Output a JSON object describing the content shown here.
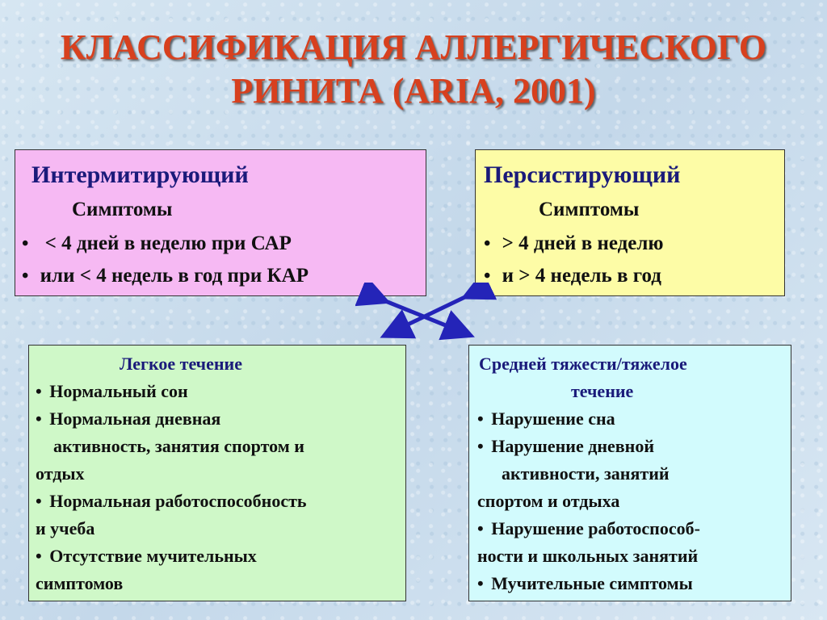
{
  "title": {
    "line1": "КЛАССИФИКАЦИЯ АЛЛЕРГИЧЕСКОГО",
    "line2": "РИНИТА (ARIA, 2001)"
  },
  "intermittent": {
    "header": "Интермитирующий",
    "symptoms_label": "Симптомы",
    "items": [
      "< 4 дней в неделю при САР",
      "или < 4 недель в год при КАР"
    ]
  },
  "persistent": {
    "header": "Персистирующий",
    "symptoms_label": "Симптомы",
    "items": [
      "> 4 дней в неделю",
      "и > 4 недель в год"
    ]
  },
  "mild": {
    "header": "Легкое течение",
    "lines": [
      "Нормальный сон",
      "Нормальная дневная",
      "активность, занятия спортом и",
      "отдых",
      "Нормальная работоспособность",
      "и учеба",
      "Отсутствие мучительных",
      "симптомов"
    ]
  },
  "severe": {
    "header_line1": "Средней тяжести/тяжелое",
    "header_line2": "течение",
    "lines": [
      "Нарушение сна",
      "Нарушение дневной",
      "активности, занятий",
      "спортом и отдыха",
      "Нарушение работоспособ-",
      "ности и школьных занятий",
      "Мучительные симптомы"
    ]
  },
  "bullet_char": "•",
  "colors": {
    "title": "#d7401e",
    "intermittent_bg": "#f6b9f3",
    "persistent_bg": "#fdfca6",
    "mild_bg": "#cff8c8",
    "severe_bg": "#d2fbfd",
    "arrow": "#2424b8"
  }
}
